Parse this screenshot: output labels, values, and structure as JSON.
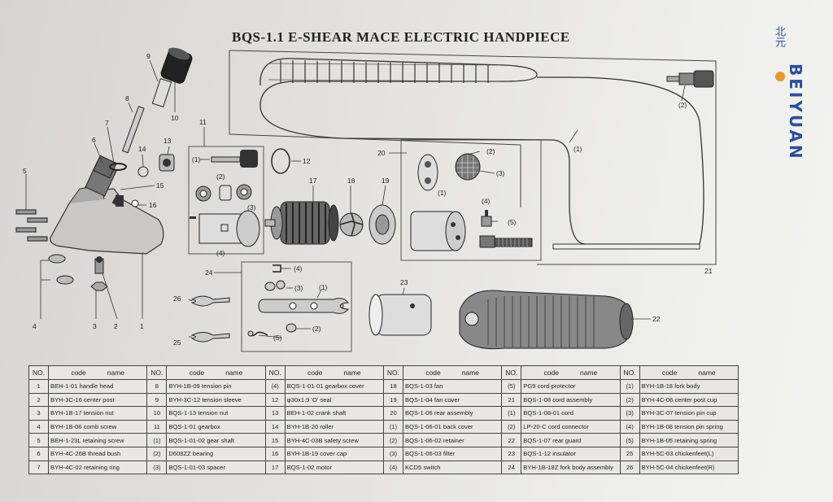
{
  "title": "BQS-1.1 E-SHEAR MACE ELECTRIC HANDPIECE",
  "brand": {
    "chinese": "北元",
    "name": "BEIYUAN",
    "logo_color": "#e39a2a",
    "text_color": "#2c4f9c"
  },
  "callouts": {
    "n1": "1",
    "n2": "2",
    "n3": "3",
    "n4": "4",
    "n5": "5",
    "n6": "6",
    "n7": "7",
    "n8": "8",
    "n9": "9",
    "n10": "10",
    "n11": "11",
    "n12": "12",
    "n13": "13",
    "n14": "14",
    "n15": "15",
    "n16": "16",
    "n17": "17",
    "n18": "18",
    "n19": "19",
    "n20": "20",
    "n21": "21",
    "n22": "22",
    "n23": "23",
    "n24": "24",
    "n25": "25",
    "n26": "26",
    "s11_1": "(1)",
    "s11_2": "(2)",
    "s11_3": "(3)",
    "s11_4": "(4)",
    "s20_1": "(1)",
    "s20_2": "(2)",
    "s20_3": "(3)",
    "s20_4": "(4)",
    "s20_5": "(5)",
    "s21_1": "(1)",
    "s21_2": "(2)",
    "s24_1": "(1)",
    "s24_2": "(2)",
    "s24_3": "(3)",
    "s24_4": "(4)",
    "s24_5": "(5)"
  },
  "table": {
    "headers": {
      "no": "NO.",
      "code": "code",
      "name": "name"
    },
    "columns": [
      [
        {
          "no": "1",
          "code": "BEH-1-01",
          "name": "handle head"
        },
        {
          "no": "2",
          "code": "BYH-3C-16",
          "name": "center post"
        },
        {
          "no": "3",
          "code": "BYH-1B-17",
          "name": "tension nut"
        },
        {
          "no": "4",
          "code": "BYH-1B-06",
          "name": "comb screw"
        },
        {
          "no": "5",
          "code": "BEH-1-23L",
          "name": "retaining screw"
        },
        {
          "no": "6",
          "code": "BYH-4C-26B",
          "name": "thread bush"
        },
        {
          "no": "7",
          "code": "BYH-4C-02",
          "name": "retaining ring"
        }
      ],
      [
        {
          "no": "8",
          "code": "BYH-1B-09",
          "name": "tension pin"
        },
        {
          "no": "9",
          "code": "BYH-3C-12",
          "name": "tension sleeve"
        },
        {
          "no": "10",
          "code": "BQS-1-13",
          "name": "tension nut"
        },
        {
          "no": "11",
          "code": "BQS-1-01",
          "name": "gearbox"
        },
        {
          "no": "(1)",
          "code": "BQS-1-01-02",
          "name": "gear shaft"
        },
        {
          "no": "(2)",
          "code": "D608ZZ",
          "name": "bearing"
        },
        {
          "no": "(3)",
          "code": "BQS-1-01-03",
          "name": "spacer"
        }
      ],
      [
        {
          "no": "(4)",
          "code": "BQS-1-01-01",
          "name": "gearbox cover"
        },
        {
          "no": "12",
          "code": "φ30x1.9",
          "name": "'O' seal"
        },
        {
          "no": "13",
          "code": "BEH-1-02",
          "name": "crank shaft"
        },
        {
          "no": "14",
          "code": "BYH-1B-20",
          "name": "roller"
        },
        {
          "no": "15",
          "code": "BYH-4C-03B",
          "name": "safety screw"
        },
        {
          "no": "16",
          "code": "BYH-1B-19",
          "name": "cover cap"
        },
        {
          "no": "17",
          "code": "BQS-1-02",
          "name": "motor"
        }
      ],
      [
        {
          "no": "18",
          "code": "BQS-1-03",
          "name": "fan"
        },
        {
          "no": "19",
          "code": "BQS-1-04",
          "name": "fan cover"
        },
        {
          "no": "20",
          "code": "BQS-1-06",
          "name": "rear assembly"
        },
        {
          "no": "(1)",
          "code": "BQS-1-06-01",
          "name": "back cover"
        },
        {
          "no": "(2)",
          "code": "BQS-1-06-02",
          "name": "retainer"
        },
        {
          "no": "(3)",
          "code": "BQS-1-06-03",
          "name": "filter"
        },
        {
          "no": "(4)",
          "code": "KCD5",
          "name": "switch"
        }
      ],
      [
        {
          "no": "(5)",
          "code": "PG9",
          "name": "cord protector"
        },
        {
          "no": "21",
          "code": "BQS-1-08",
          "name": "cord assembly"
        },
        {
          "no": "(1)",
          "code": "BQS-1-08-01",
          "name": "cord"
        },
        {
          "no": "(2)",
          "code": "LP-20-C",
          "name": "cord connector"
        },
        {
          "no": "22",
          "code": "BQS-1-07",
          "name": "rear guard"
        },
        {
          "no": "23",
          "code": "BQS-1-12",
          "name": "insulator"
        },
        {
          "no": "24",
          "code": "BYH-1B-18Z",
          "name": "fork body assembly"
        }
      ],
      [
        {
          "no": "(1)",
          "code": "BYH-1B-18",
          "name": "fork body"
        },
        {
          "no": "(2)",
          "code": "BYH-4C-06",
          "name": "center post cup"
        },
        {
          "no": "(3)",
          "code": "BYH-3C-07",
          "name": "tension pin cup"
        },
        {
          "no": "(4)",
          "code": "BYH-1B-08",
          "name": "tension pin spring"
        },
        {
          "no": "(5)",
          "code": "BYH-1B-05",
          "name": "retaining spring"
        },
        {
          "no": "25",
          "code": "BYH-5C-03",
          "name": "chickenfeet(L)"
        },
        {
          "no": "26",
          "code": "BYH-5C-04",
          "name": "chickenfeet(R)"
        }
      ]
    ]
  }
}
